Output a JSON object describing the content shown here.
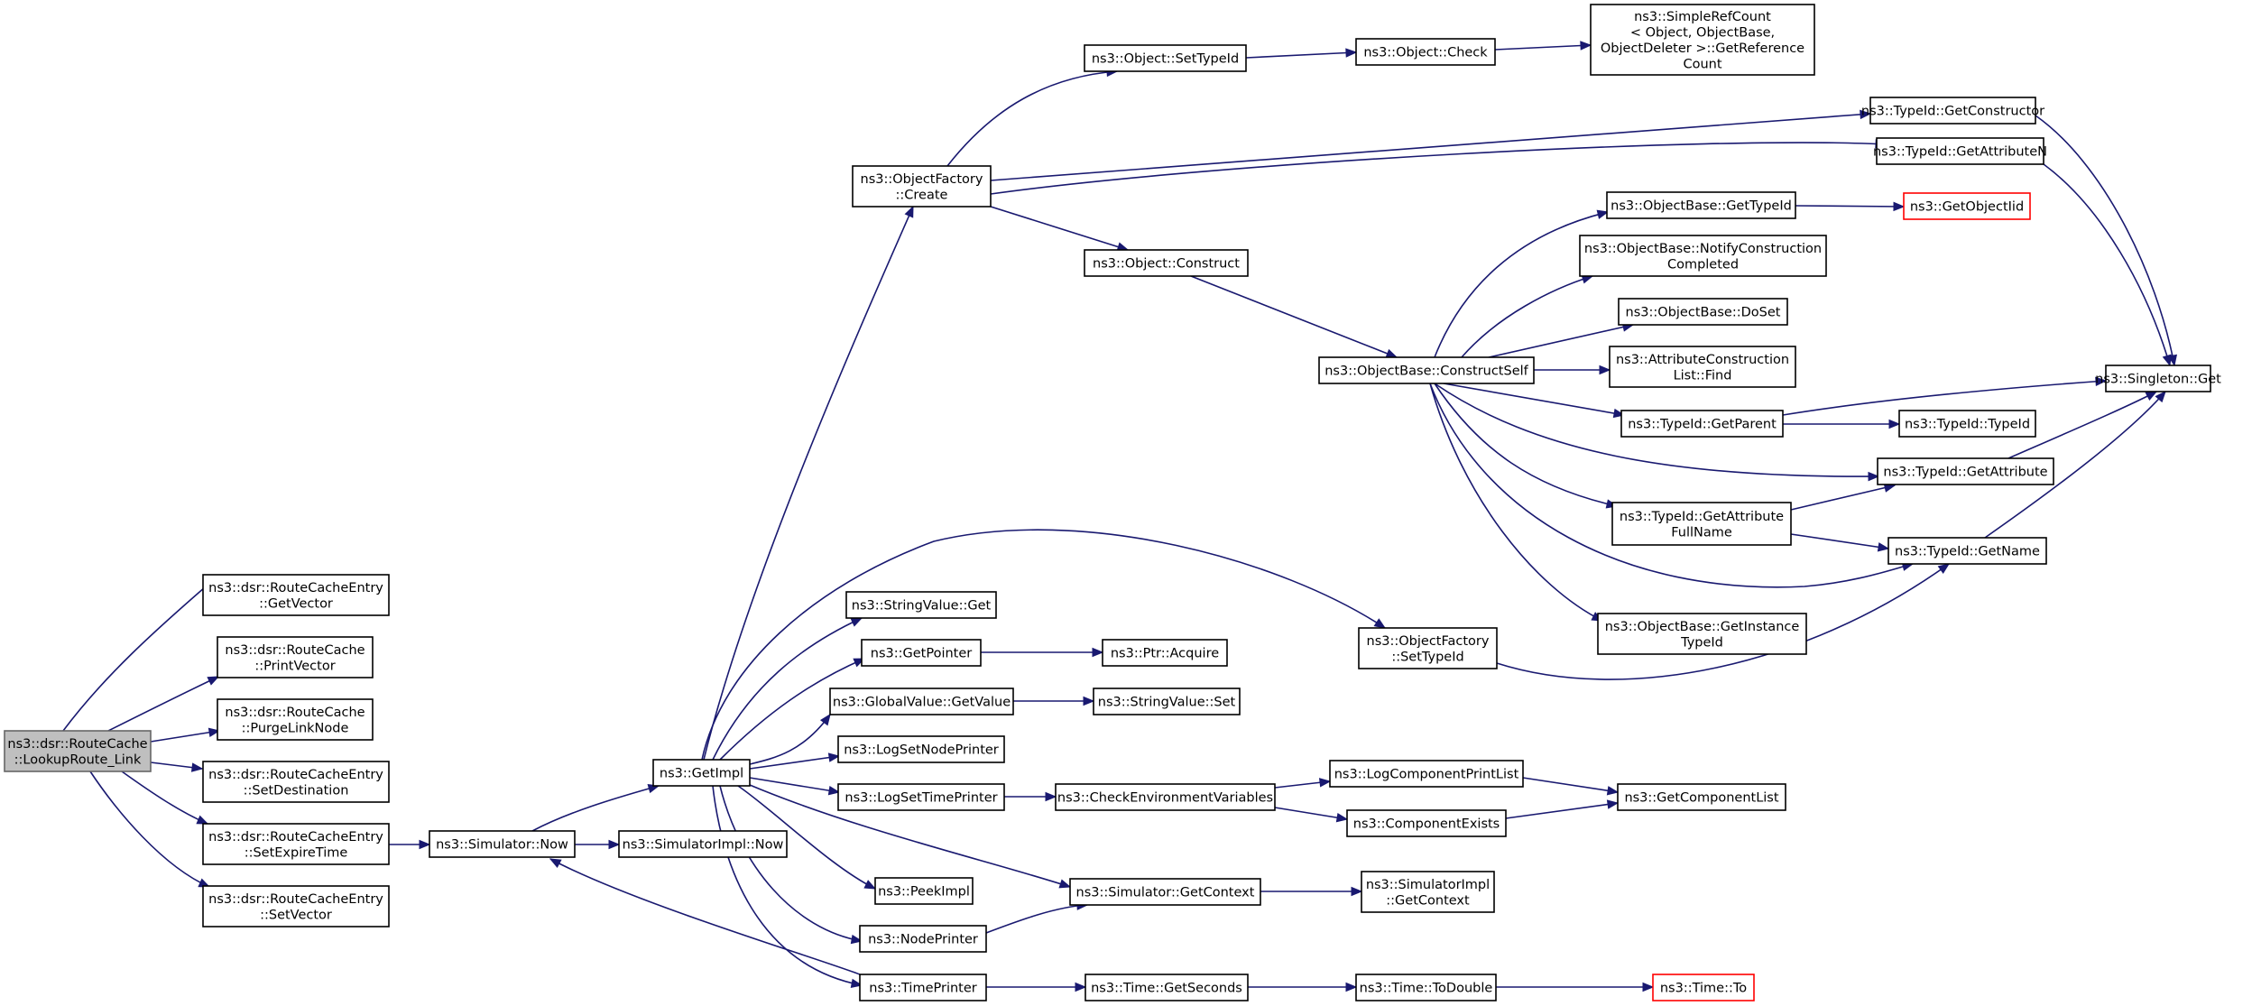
{
  "colors": {
    "edge": "#191970",
    "root_fill": "#bfbfbf",
    "truncated_border": "#ff0000"
  },
  "nodes": {
    "root": [
      "ns3::dsr::RouteCache",
      "::LookupRoute_Link"
    ],
    "rce_getvector": [
      "ns3::dsr::RouteCacheEntry",
      "::GetVector"
    ],
    "rc_printvector": [
      "ns3::dsr::RouteCache",
      "::PrintVector"
    ],
    "rc_purgelinknode": [
      "ns3::dsr::RouteCache",
      "::PurgeLinkNode"
    ],
    "rce_setdestination": [
      "ns3::dsr::RouteCacheEntry",
      "::SetDestination"
    ],
    "rce_setexpiretime": [
      "ns3::dsr::RouteCacheEntry",
      "::SetExpireTime"
    ],
    "rce_setvector": [
      "ns3::dsr::RouteCacheEntry",
      "::SetVector"
    ],
    "sim_now": [
      "ns3::Simulator::Now"
    ],
    "simimpl_now": [
      "ns3::SimulatorImpl::Now"
    ],
    "getimpl": [
      "ns3::GetImpl"
    ],
    "objfactory_create": [
      "ns3::ObjectFactory",
      "::Create"
    ],
    "object_settypeid": [
      "ns3::Object::SetTypeId"
    ],
    "object_check": [
      "ns3::Object::Check"
    ],
    "simplerefcount": [
      "ns3::SimpleRefCount",
      "< Object, ObjectBase,",
      "ObjectDeleter >::GetReference",
      "Count"
    ],
    "typeid_getconstructor": [
      "ns3::TypeId::GetConstructor"
    ],
    "typeid_getattributen": [
      "ns3::TypeId::GetAttributeN"
    ],
    "objectbase_gettypeid": [
      "ns3::ObjectBase::GetTypeId"
    ],
    "getobjectiid": [
      "ns3::GetObjectIid"
    ],
    "object_construct": [
      "ns3::Object::Construct"
    ],
    "objectbase_notify": [
      "ns3::ObjectBase::NotifyConstruction",
      "Completed"
    ],
    "objectbase_doset": [
      "ns3::ObjectBase::DoSet"
    ],
    "objectbase_constructself": [
      "ns3::ObjectBase::ConstructSelf"
    ],
    "attrconstr_find": [
      "ns3::AttributeConstruction",
      "List::Find"
    ],
    "singleton_get": [
      "ns3::Singleton::Get"
    ],
    "typeid_getparent": [
      "ns3::TypeId::GetParent"
    ],
    "typeid_typeid": [
      "ns3::TypeId::TypeId"
    ],
    "typeid_getattribute": [
      "ns3::TypeId::GetAttribute"
    ],
    "typeid_getattributefullname": [
      "ns3::TypeId::GetAttribute",
      "FullName"
    ],
    "typeid_getname": [
      "ns3::TypeId::GetName"
    ],
    "stringvalue_get": [
      "ns3::StringValue::Get"
    ],
    "objectbase_getinstancetypeid": [
      "ns3::ObjectBase::GetInstance",
      "TypeId"
    ],
    "objfactory_settypeid": [
      "ns3::ObjectFactory",
      "::SetTypeId"
    ],
    "getpointer": [
      "ns3::GetPointer"
    ],
    "ptr_acquire": [
      "ns3::Ptr::Acquire"
    ],
    "globalvalue_getvalue": [
      "ns3::GlobalValue::GetValue"
    ],
    "stringvalue_set": [
      "ns3::StringValue::Set"
    ],
    "logsetnodeprinter": [
      "ns3::LogSetNodePrinter"
    ],
    "logsettimeprinter": [
      "ns3::LogSetTimePrinter"
    ],
    "checkenvvars": [
      "ns3::CheckEnvironmentVariables"
    ],
    "logcomponentprintlist": [
      "ns3::LogComponentPrintList"
    ],
    "componentexists": [
      "ns3::ComponentExists"
    ],
    "getcomponentlist": [
      "ns3::GetComponentList"
    ],
    "peekimpl": [
      "ns3::PeekImpl"
    ],
    "sim_getcontext": [
      "ns3::Simulator::GetContext"
    ],
    "simimpl_getcontext": [
      "ns3::SimulatorImpl",
      "::GetContext"
    ],
    "nodeprinter": [
      "ns3::NodePrinter"
    ],
    "timeprinter": [
      "ns3::TimePrinter"
    ],
    "time_getseconds": [
      "ns3::Time::GetSeconds"
    ],
    "time_todouble": [
      "ns3::Time::ToDouble"
    ],
    "time_to": [
      "ns3::Time::To"
    ]
  }
}
